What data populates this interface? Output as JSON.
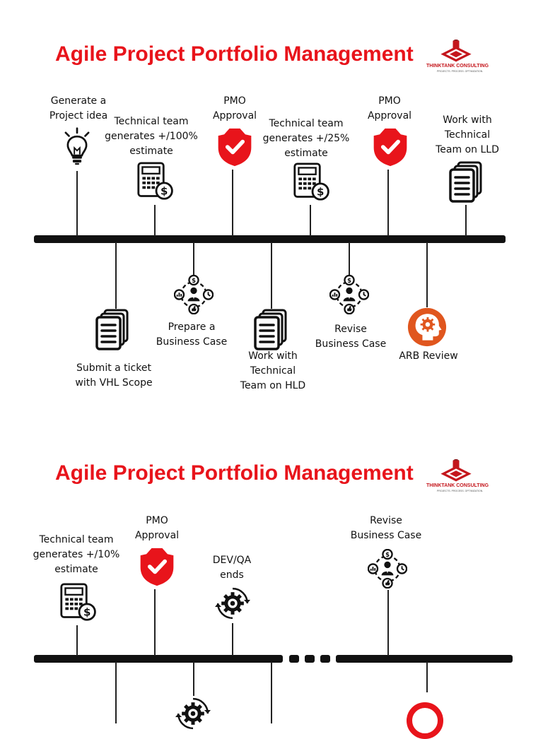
{
  "panels": [
    {
      "title": "Agile Project Portfolio Management",
      "logo": {
        "name": "THINKTANK CONSULTING",
        "tagline": "PROJECTS. PROCESS. OPTIMIZATION."
      },
      "top_labels": {
        "generate_idea": "Generate a\nProject idea",
        "estimate_100": "Technical team\ngenerates +/100%\nestimate",
        "pmo_1": "PMO\nApproval",
        "estimate_25": "Technical team\ngenerates +/25%\nestimate",
        "pmo_2": "PMO\nApproval",
        "lld": "Work with\nTechnical\nTeam on LLD"
      },
      "bottom_labels": {
        "ticket": "Submit a ticket\nwith VHL Scope",
        "business_case": "Prepare a\nBusiness Case",
        "hld": "Work with\nTechnical\nTeam on HLD",
        "revise_case": "Revise\nBusiness Case",
        "arb": "ARB Review"
      }
    },
    {
      "title": "Agile Project Portfolio Management",
      "logo": {
        "name": "THINKTANK CONSULTING",
        "tagline": "PROJECTS. PROCESS. OPTIMIZATION."
      },
      "top_labels": {
        "estimate_10": "Technical team\ngenerates +/10%\nestimate",
        "pmo": "PMO\nApproval",
        "devqa": "DEV/QA\nends",
        "revise_case": "Revise\nBusiness Case"
      }
    }
  ],
  "colors": {
    "accent": "#e8141b",
    "line": "#111111",
    "arb": "#e0561e"
  }
}
